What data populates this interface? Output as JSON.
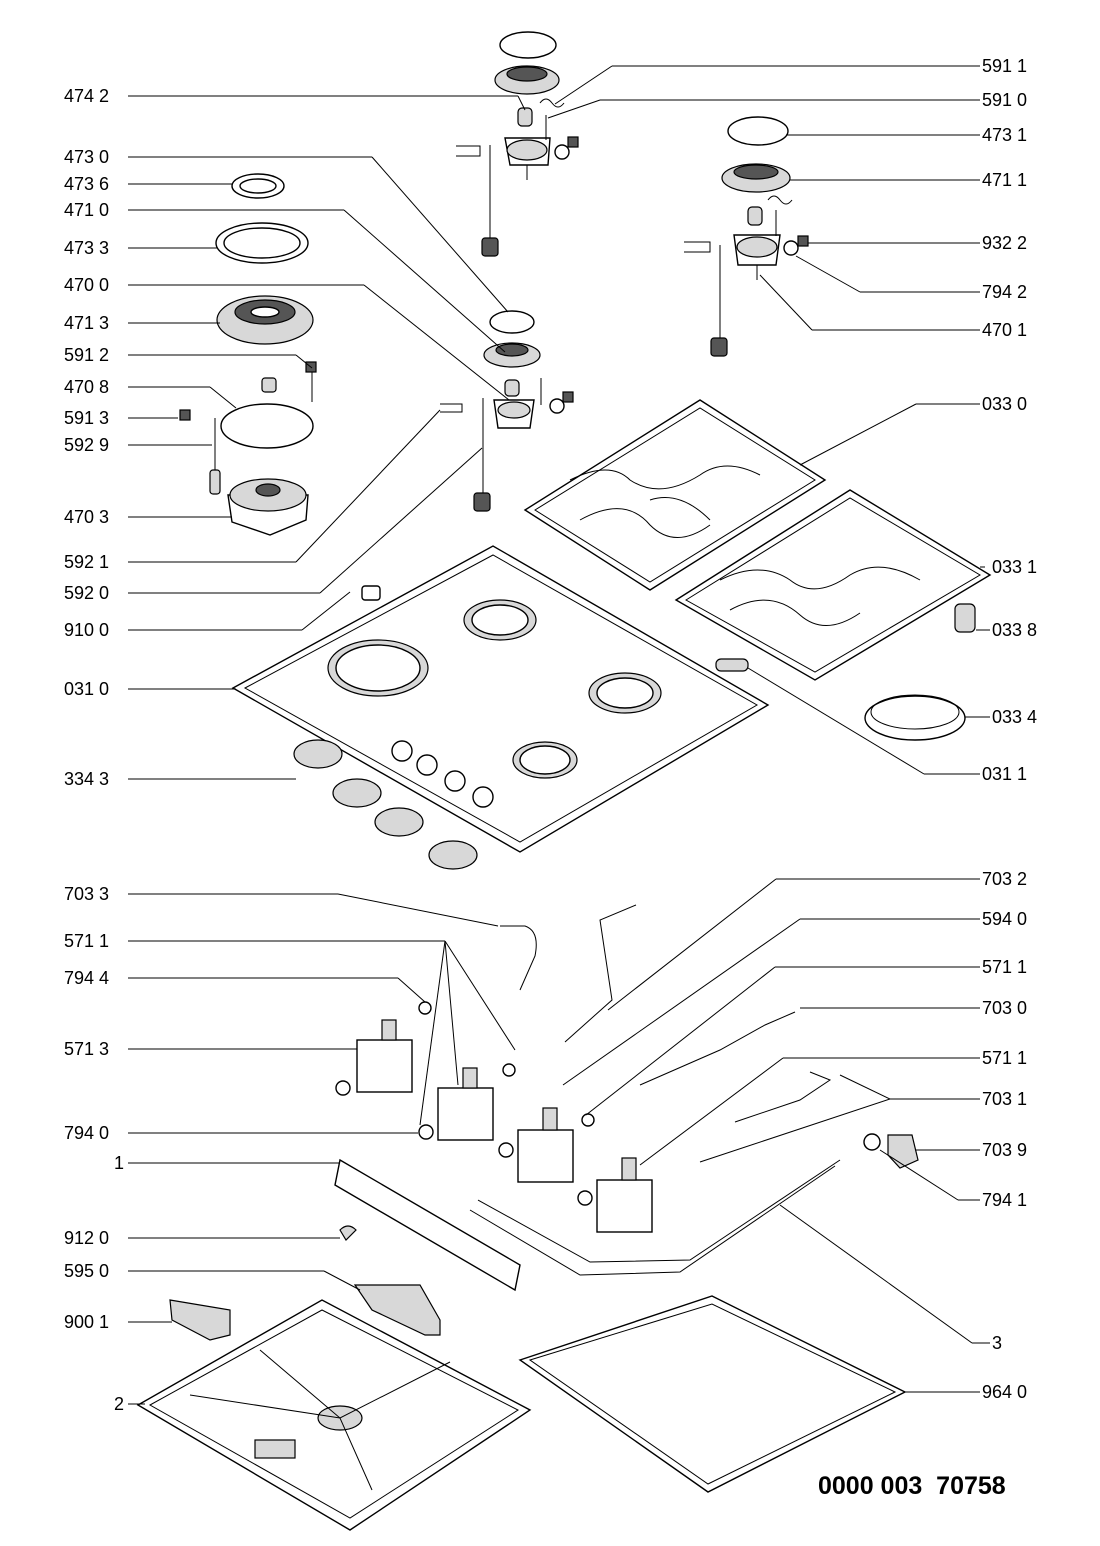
{
  "diagram": {
    "labels": {
      "474_2": "474 2",
      "473_0": "473 0",
      "473_6": "473 6",
      "471_0": "471 0",
      "473_3": "473 3",
      "470_0": "470 0",
      "471_3": "471 3",
      "591_2": "591 2",
      "470_8": "470 8",
      "591_3": "591 3",
      "592_9": "592 9",
      "470_3": "470 3",
      "592_1": "592 1",
      "592_0": "592 0",
      "910_0": "910 0",
      "031_0": "031 0",
      "334_3": "334 3",
      "703_3": "703 3",
      "571_1_left": "571 1",
      "794_4": "794 4",
      "571_3": "571 3",
      "794_0": "794 0",
      "1": "1",
      "912_0": "912 0",
      "595_0": "595 0",
      "900_1": "900 1",
      "2": "2",
      "591_1": "591 1",
      "591_0": "591 0",
      "473_1": "473 1",
      "471_1": "471 1",
      "932_2": "932 2",
      "794_2": "794 2",
      "470_1": "470 1",
      "033_0": "033 0",
      "033_1": "033 1",
      "033_8": "033 8",
      "033_4": "033 4",
      "031_1": "031 1",
      "703_2": "703 2",
      "594_0": "594 0",
      "571_1_r1": "571 1",
      "703_0": "703 0",
      "571_1_r2": "571 1",
      "703_1": "703 1",
      "703_9": "703 9",
      "794_1": "794 1",
      "3": "3",
      "964_0": "964 0"
    },
    "reference_number": "0000 003  70758"
  }
}
